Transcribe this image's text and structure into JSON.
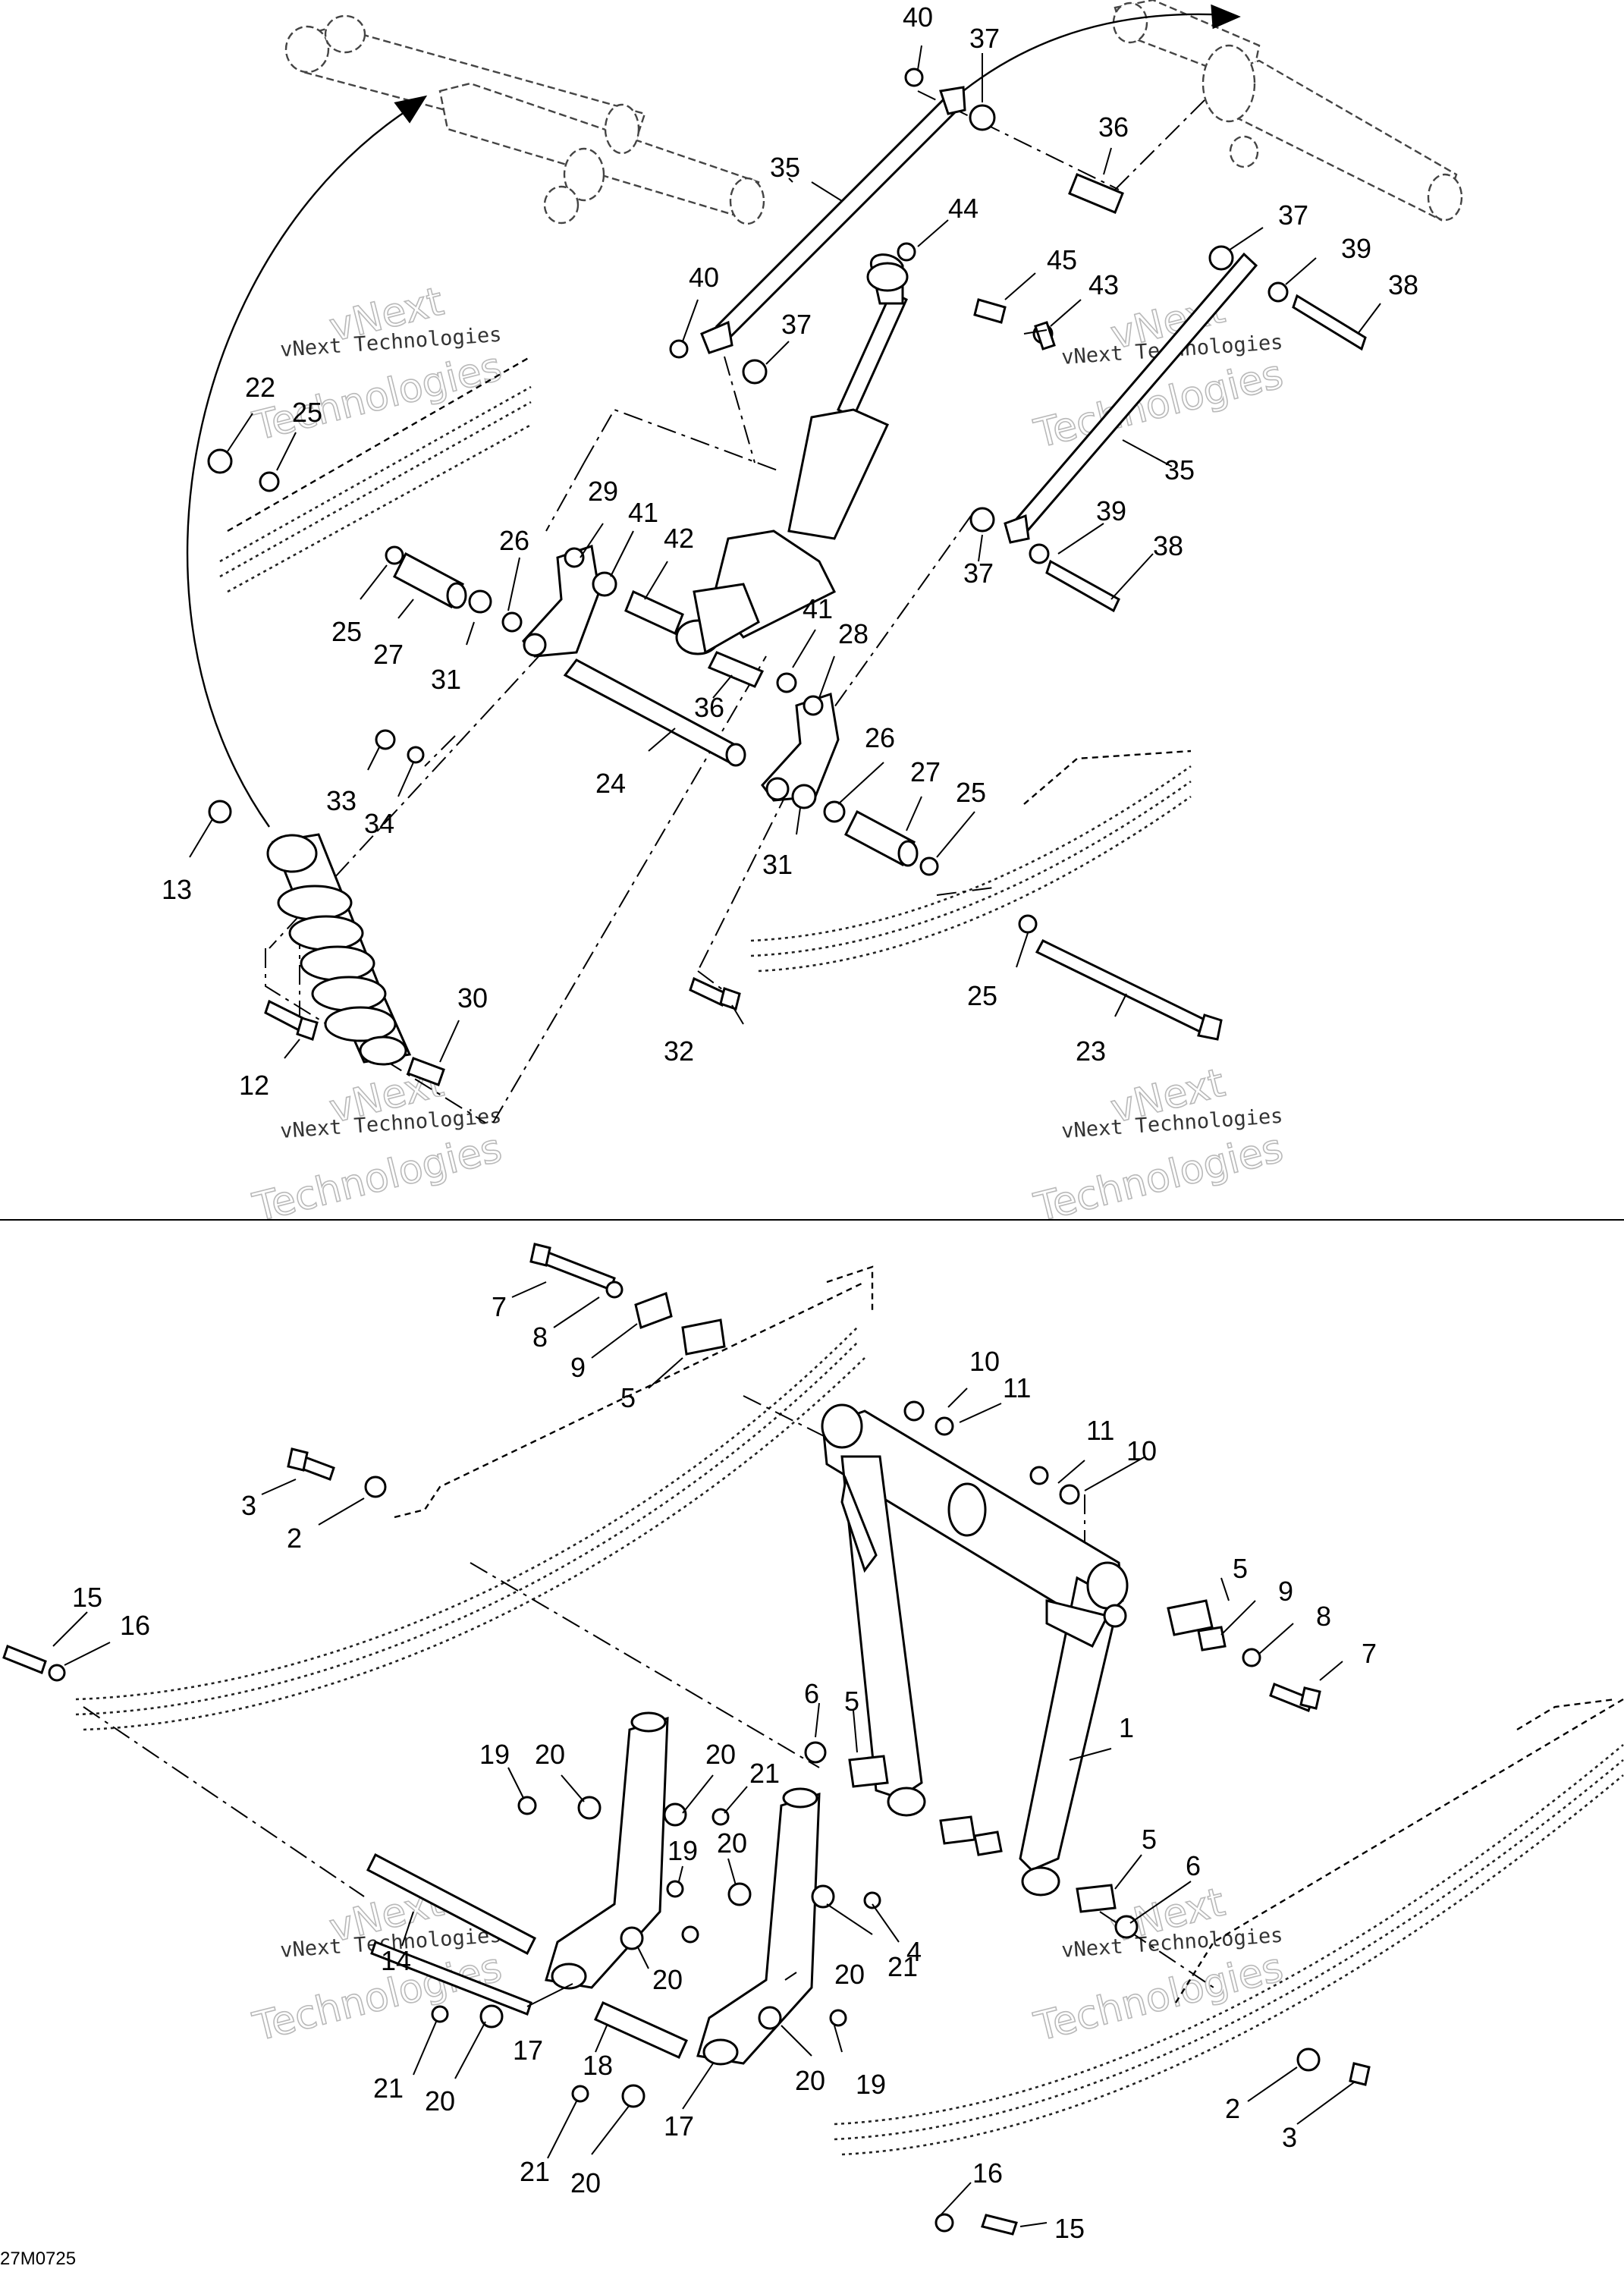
{
  "diagram_code": "27M0725",
  "watermark": {
    "line1": "vNext",
    "line2": "vNext Technologies",
    "line3": "Technologies"
  },
  "labels": [
    {
      "id": "40a",
      "text": "40"
    },
    {
      "id": "37a",
      "text": "37"
    },
    {
      "id": "36a",
      "text": "36"
    },
    {
      "id": "35a",
      "text": "35"
    },
    {
      "id": "44",
      "text": "44"
    },
    {
      "id": "45",
      "text": "45"
    },
    {
      "id": "43",
      "text": "43"
    },
    {
      "id": "40b",
      "text": "40"
    },
    {
      "id": "37b",
      "text": "37"
    },
    {
      "id": "37c",
      "text": "37"
    },
    {
      "id": "39a",
      "text": "39"
    },
    {
      "id": "38a",
      "text": "38"
    },
    {
      "id": "35b",
      "text": "35"
    },
    {
      "id": "22",
      "text": "22"
    },
    {
      "id": "25a",
      "text": "25"
    },
    {
      "id": "29",
      "text": "29"
    },
    {
      "id": "41a",
      "text": "41"
    },
    {
      "id": "42",
      "text": "42"
    },
    {
      "id": "26a",
      "text": "26"
    },
    {
      "id": "39b",
      "text": "39"
    },
    {
      "id": "38b",
      "text": "38"
    },
    {
      "id": "37d",
      "text": "37"
    },
    {
      "id": "25b",
      "text": "25"
    },
    {
      "id": "27a",
      "text": "27"
    },
    {
      "id": "31a",
      "text": "31"
    },
    {
      "id": "41b",
      "text": "41"
    },
    {
      "id": "28",
      "text": "28"
    },
    {
      "id": "36b",
      "text": "36"
    },
    {
      "id": "33",
      "text": "33"
    },
    {
      "id": "34",
      "text": "34"
    },
    {
      "id": "24",
      "text": "24"
    },
    {
      "id": "26b",
      "text": "26"
    },
    {
      "id": "27b",
      "text": "27"
    },
    {
      "id": "25c",
      "text": "25"
    },
    {
      "id": "31b",
      "text": "31"
    },
    {
      "id": "13",
      "text": "13"
    },
    {
      "id": "30",
      "text": "30"
    },
    {
      "id": "25d",
      "text": "25"
    },
    {
      "id": "12",
      "text": "12"
    },
    {
      "id": "32",
      "text": "32"
    },
    {
      "id": "23",
      "text": "23"
    },
    {
      "id": "7a",
      "text": "7"
    },
    {
      "id": "8a",
      "text": "8"
    },
    {
      "id": "9a",
      "text": "9"
    },
    {
      "id": "5a",
      "text": "5"
    },
    {
      "id": "10a",
      "text": "10"
    },
    {
      "id": "11a",
      "text": "11"
    },
    {
      "id": "3a",
      "text": "3"
    },
    {
      "id": "11b",
      "text": "11"
    },
    {
      "id": "10b",
      "text": "10"
    },
    {
      "id": "2a",
      "text": "2"
    },
    {
      "id": "5b",
      "text": "5"
    },
    {
      "id": "9b",
      "text": "9"
    },
    {
      "id": "8b",
      "text": "8"
    },
    {
      "id": "7b",
      "text": "7"
    },
    {
      "id": "15a",
      "text": "15"
    },
    {
      "id": "16a",
      "text": "16"
    },
    {
      "id": "6a",
      "text": "6"
    },
    {
      "id": "5c",
      "text": "5"
    },
    {
      "id": "1",
      "text": "1"
    },
    {
      "id": "19a",
      "text": "19"
    },
    {
      "id": "20a",
      "text": "20"
    },
    {
      "id": "20b",
      "text": "20"
    },
    {
      "id": "21a",
      "text": "21"
    },
    {
      "id": "19b",
      "text": "19"
    },
    {
      "id": "20c",
      "text": "20"
    },
    {
      "id": "5d",
      "text": "5"
    },
    {
      "id": "4",
      "text": "4"
    },
    {
      "id": "6b",
      "text": "6"
    },
    {
      "id": "14",
      "text": "14"
    },
    {
      "id": "20d",
      "text": "20"
    },
    {
      "id": "20e",
      "text": "20"
    },
    {
      "id": "21b",
      "text": "21"
    },
    {
      "id": "17a",
      "text": "17"
    },
    {
      "id": "18",
      "text": "18"
    },
    {
      "id": "21c",
      "text": "21"
    },
    {
      "id": "20f",
      "text": "20"
    },
    {
      "id": "20g",
      "text": "20"
    },
    {
      "id": "19c",
      "text": "19"
    },
    {
      "id": "2b",
      "text": "2"
    },
    {
      "id": "3b",
      "text": "3"
    },
    {
      "id": "17b",
      "text": "17"
    },
    {
      "id": "21d",
      "text": "21"
    },
    {
      "id": "20h",
      "text": "20"
    },
    {
      "id": "16b",
      "text": "16"
    },
    {
      "id": "15b",
      "text": "15"
    }
  ]
}
